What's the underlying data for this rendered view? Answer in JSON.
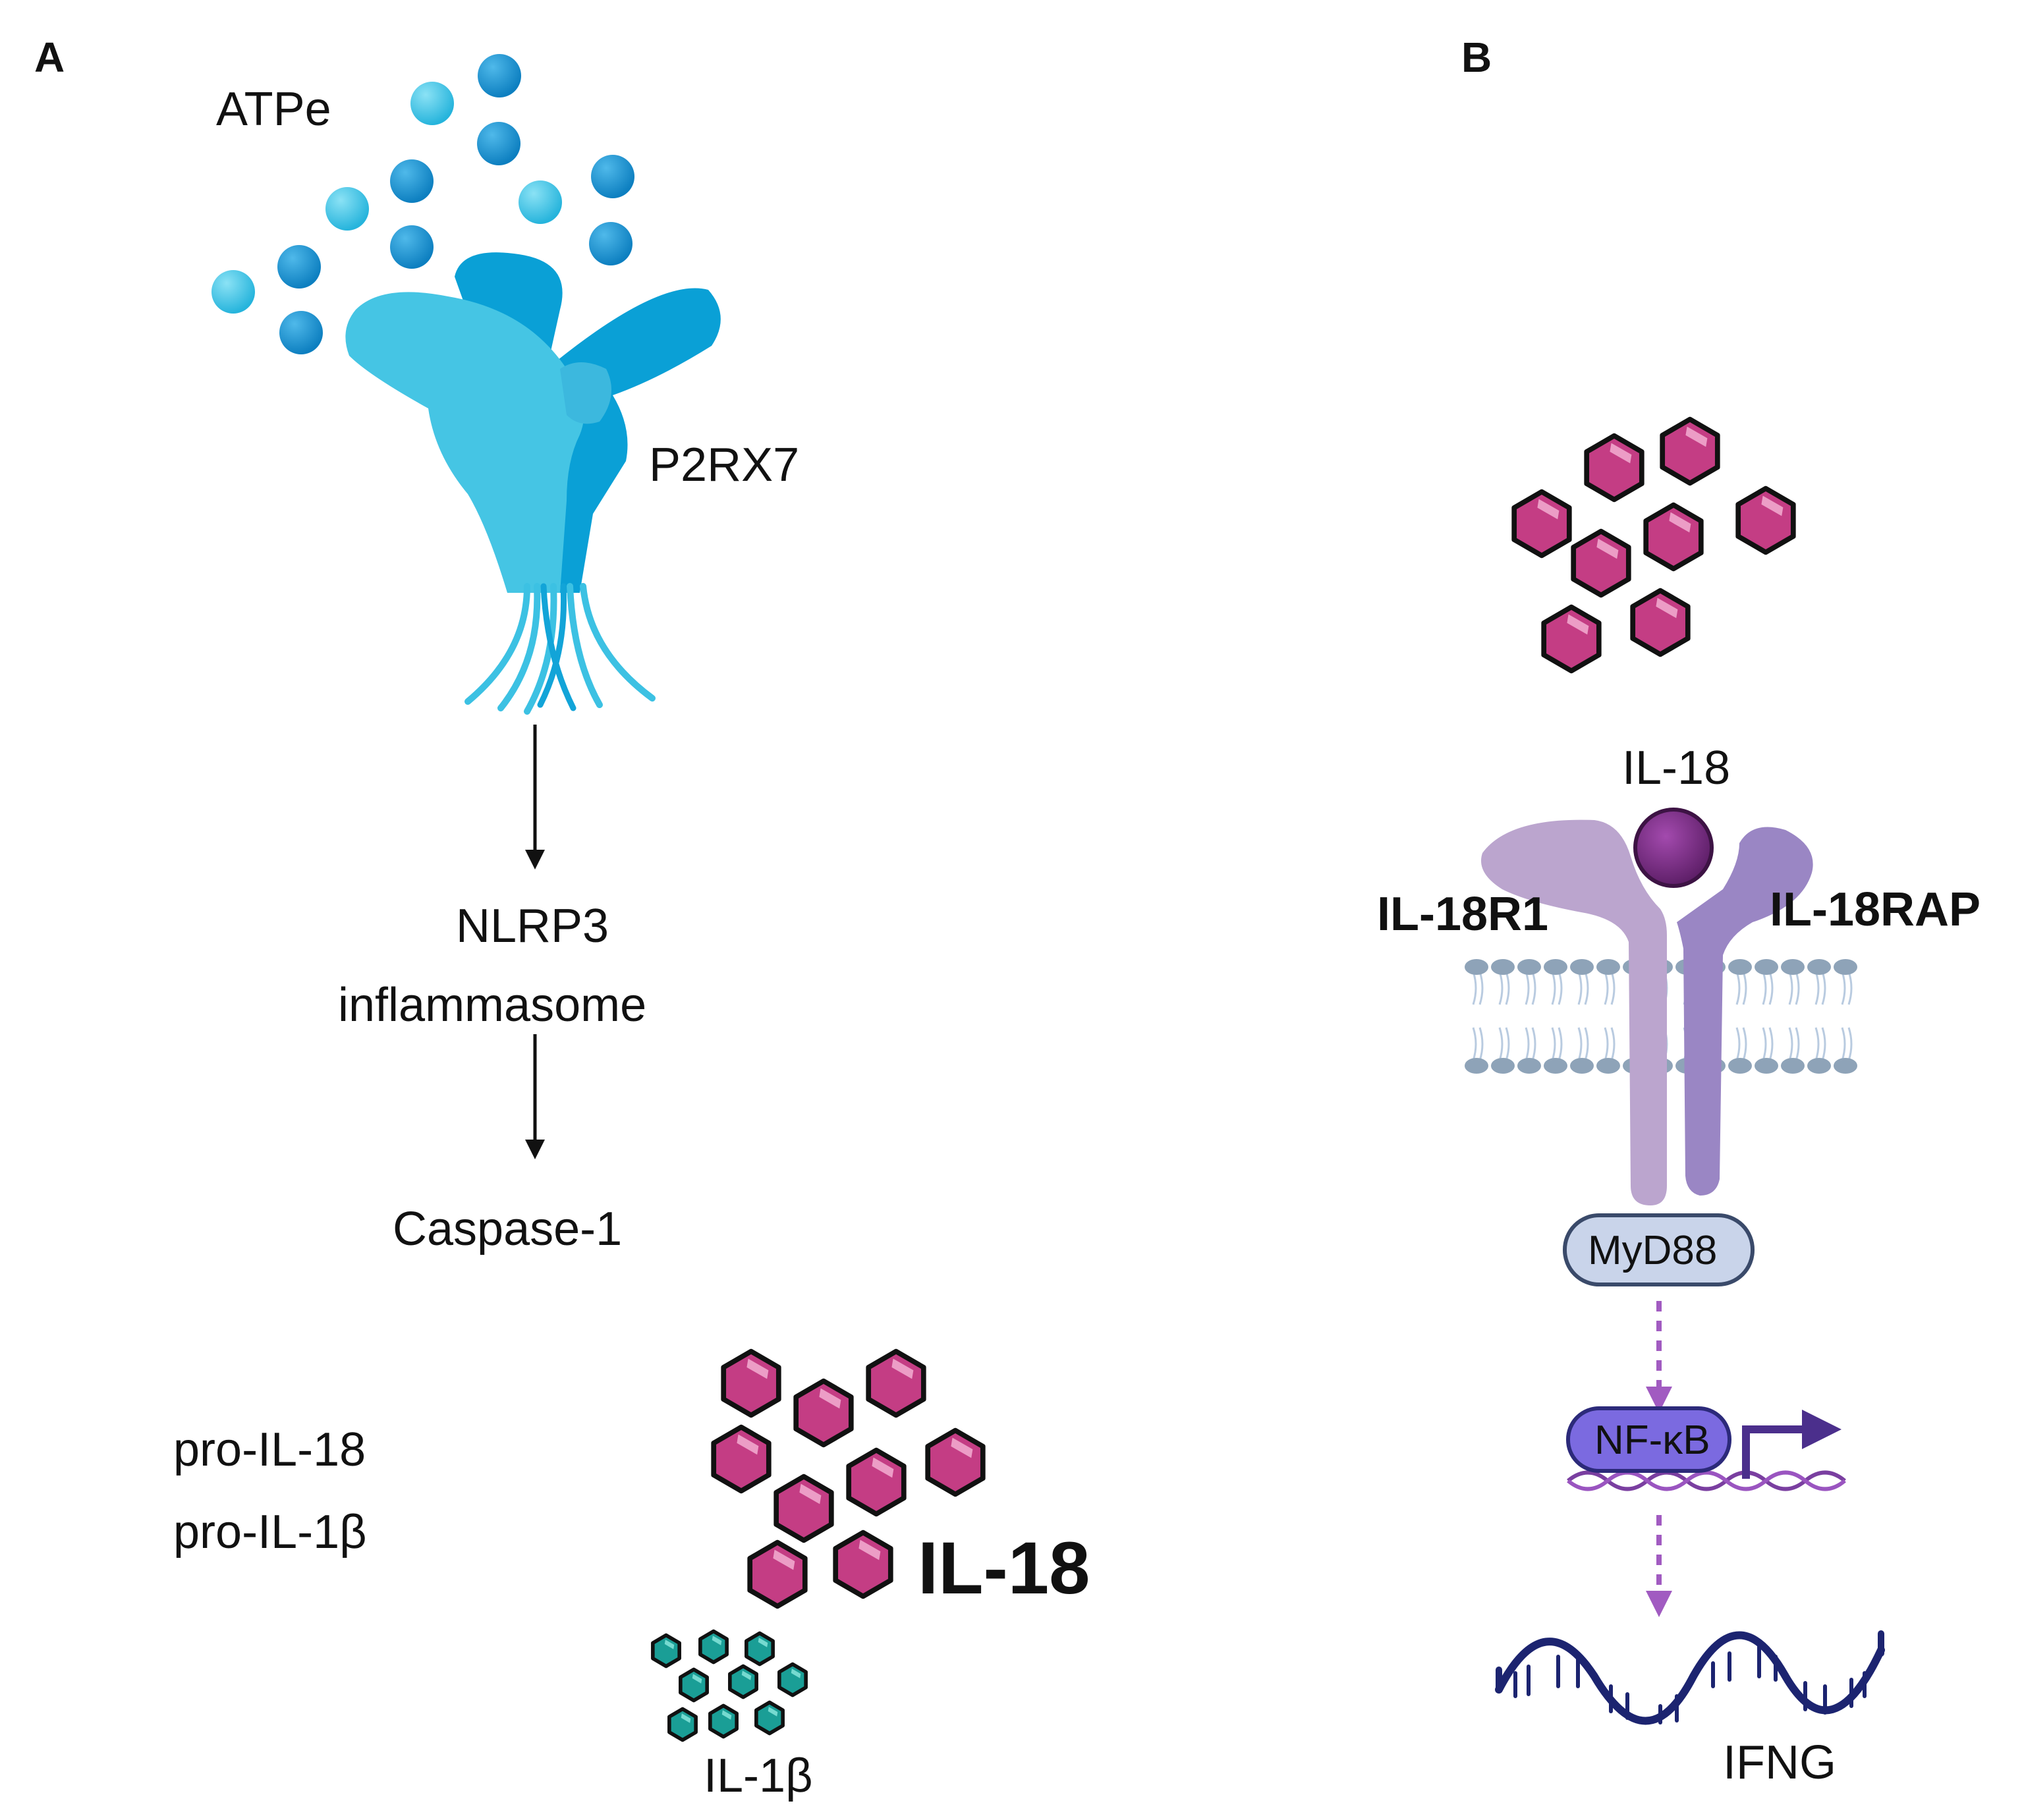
{
  "panel_a": {
    "label": "A",
    "atpe": "ATPe",
    "receptor": "P2RX7",
    "inflammasome_line1": "NLRP3",
    "inflammasome_line2": "inflammasome",
    "caspase": "Caspase-1",
    "pro_il18": "pro-IL-18",
    "pro_il1b": "pro-IL-1β",
    "il18": "IL-18",
    "il1b": "IL-1β"
  },
  "panel_b": {
    "label": "B",
    "ligand": "IL-18",
    "receptor_1": "IL-18R1",
    "receptor_2": "IL-18RAP",
    "adaptor": "MyD88",
    "transcription_factor": "NF-κB",
    "gene": "IFNG"
  },
  "colors": {
    "atp_dark": "#1a8fcf",
    "atp_light": "#3ec3e3",
    "p2rx7_light": "#45c5e4",
    "p2rx7_dark": "#0aa0d6",
    "il18_hex": "#c43d84",
    "il1b_hex": "#1a9e96",
    "il18r1": "#bba5ce",
    "il18rap": "#9a86c4",
    "il18_ball": "#7a2d85",
    "myd88": "#c9d4ea",
    "nfkb": "#7b6ae0",
    "dna": "#1c2470",
    "dashed_arrow": "#a15bc1"
  }
}
